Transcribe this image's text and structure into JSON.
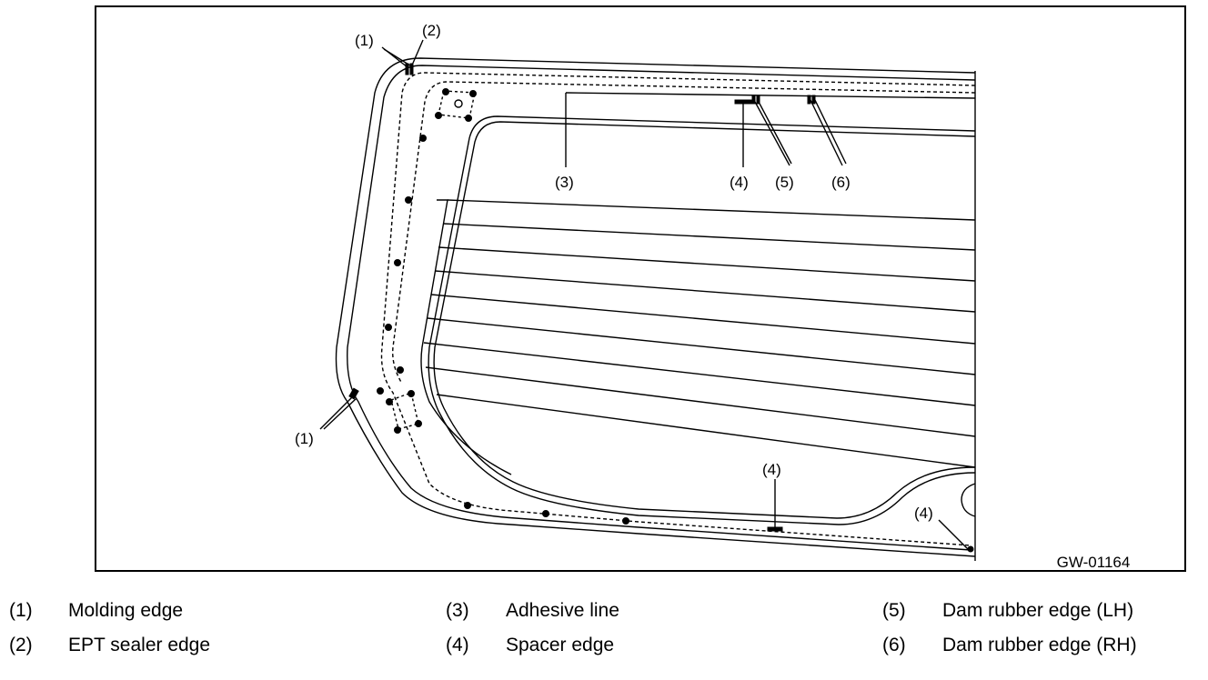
{
  "figure": {
    "code": "GW-01164",
    "callouts": {
      "c1_top": "(1)",
      "c2_top": "(2)",
      "c3": "(3)",
      "c4_top": "(4)",
      "c5": "(5)",
      "c6": "(6)",
      "c1_left": "(1)",
      "c4_bottom_mid": "(4)",
      "c4_bottom_right": "(4)"
    }
  },
  "legend": [
    {
      "num": "(1)",
      "text": "Molding edge"
    },
    {
      "num": "(2)",
      "text": "EPT sealer edge"
    },
    {
      "num": "(3)",
      "text": "Adhesive line"
    },
    {
      "num": "(4)",
      "text": "Spacer edge"
    },
    {
      "num": "(5)",
      "text": "Dam rubber edge (LH)"
    },
    {
      "num": "(6)",
      "text": "Dam rubber edge (RH)"
    }
  ]
}
